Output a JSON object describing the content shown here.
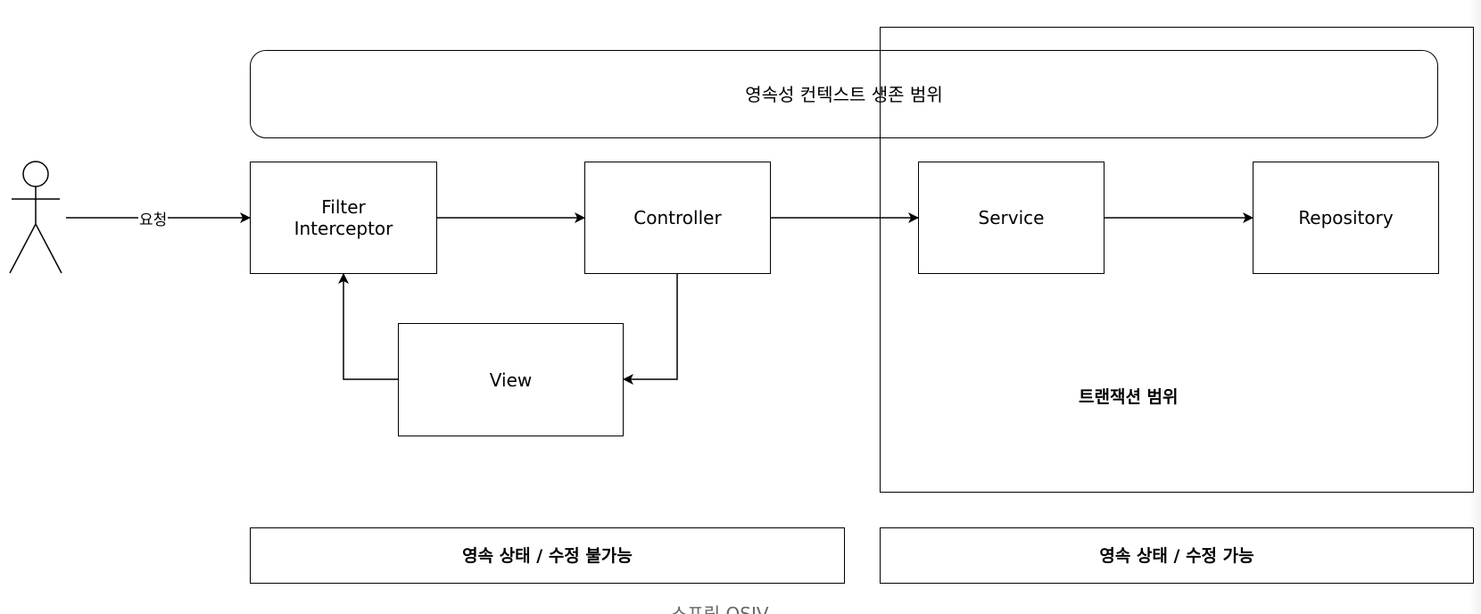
{
  "diagram": {
    "persistence_context_scope": "영속성 컨텍스트 생존 범위",
    "transaction_scope": "트랜잭션 범위",
    "request_label": "요청",
    "nodes": {
      "filter_interceptor": [
        "Filter",
        "Interceptor"
      ],
      "controller": "Controller",
      "view": "View",
      "service": "Service",
      "repository": "Repository"
    },
    "state_bars": {
      "left": "영속 상태 / 수정 불가능",
      "right": "영속 상태 / 수정 가능"
    },
    "caption": "스프링 OSIV"
  },
  "colors": {
    "stroke": "#000000",
    "background": "#ffffff"
  }
}
